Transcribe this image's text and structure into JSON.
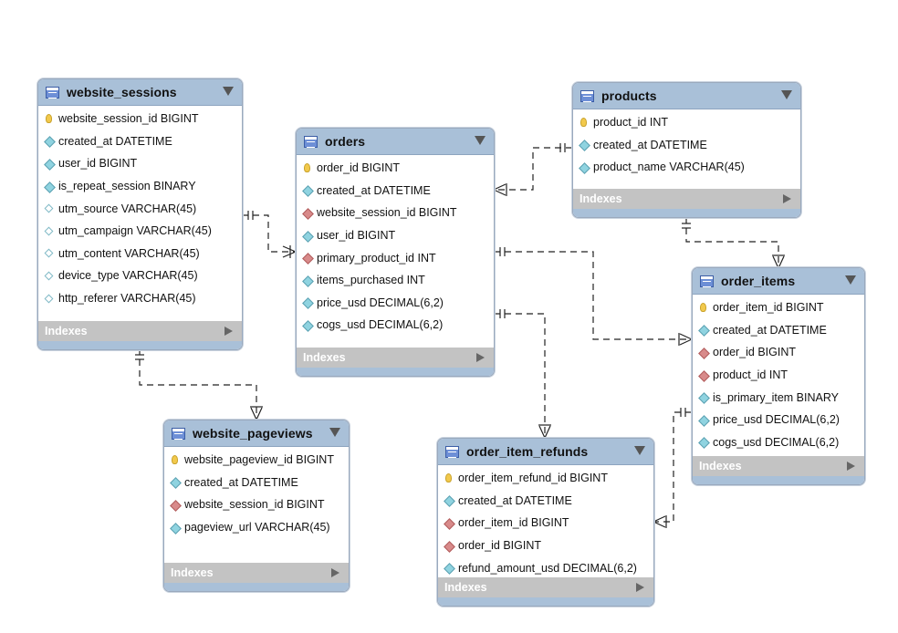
{
  "indexes_label": "Indexes",
  "tables": {
    "website_sessions": {
      "name": "website_sessions",
      "columns": [
        {
          "text": "website_session_id BIGINT",
          "kind": "key"
        },
        {
          "text": "created_at DATETIME",
          "kind": "col"
        },
        {
          "text": "user_id BIGINT",
          "kind": "col"
        },
        {
          "text": "is_repeat_session BINARY",
          "kind": "col"
        },
        {
          "text": "utm_source VARCHAR(45)",
          "kind": "null"
        },
        {
          "text": "utm_campaign VARCHAR(45)",
          "kind": "null"
        },
        {
          "text": "utm_content VARCHAR(45)",
          "kind": "null"
        },
        {
          "text": "device_type VARCHAR(45)",
          "kind": "null"
        },
        {
          "text": "http_referer VARCHAR(45)",
          "kind": "null"
        }
      ]
    },
    "orders": {
      "name": "orders",
      "columns": [
        {
          "text": "order_id BIGINT",
          "kind": "key"
        },
        {
          "text": "created_at DATETIME",
          "kind": "col"
        },
        {
          "text": "website_session_id BIGINT",
          "kind": "fk"
        },
        {
          "text": "user_id BIGINT",
          "kind": "col"
        },
        {
          "text": "primary_product_id INT",
          "kind": "fk"
        },
        {
          "text": "items_purchased INT",
          "kind": "col"
        },
        {
          "text": "price_usd DECIMAL(6,2)",
          "kind": "col"
        },
        {
          "text": "cogs_usd DECIMAL(6,2)",
          "kind": "col"
        }
      ]
    },
    "products": {
      "name": "products",
      "columns": [
        {
          "text": "product_id INT",
          "kind": "key"
        },
        {
          "text": "created_at DATETIME",
          "kind": "col"
        },
        {
          "text": "product_name VARCHAR(45)",
          "kind": "col"
        }
      ]
    },
    "order_items": {
      "name": "order_items",
      "columns": [
        {
          "text": "order_item_id BIGINT",
          "kind": "key"
        },
        {
          "text": "created_at DATETIME",
          "kind": "col"
        },
        {
          "text": "order_id BIGINT",
          "kind": "fk"
        },
        {
          "text": "product_id INT",
          "kind": "fk"
        },
        {
          "text": "is_primary_item BINARY",
          "kind": "col"
        },
        {
          "text": "price_usd DECIMAL(6,2)",
          "kind": "col"
        },
        {
          "text": "cogs_usd DECIMAL(6,2)",
          "kind": "col"
        }
      ]
    },
    "website_pageviews": {
      "name": "website_pageviews",
      "columns": [
        {
          "text": "website_pageview_id BIGINT",
          "kind": "key"
        },
        {
          "text": "created_at DATETIME",
          "kind": "col"
        },
        {
          "text": "website_session_id BIGINT",
          "kind": "fk"
        },
        {
          "text": "pageview_url VARCHAR(45)",
          "kind": "col"
        }
      ]
    },
    "order_item_refunds": {
      "name": "order_item_refunds",
      "columns": [
        {
          "text": "order_item_refund_id BIGINT",
          "kind": "key"
        },
        {
          "text": "created_at DATETIME",
          "kind": "col"
        },
        {
          "text": "order_item_id BIGINT",
          "kind": "fk"
        },
        {
          "text": "order_id BIGINT",
          "kind": "fk"
        },
        {
          "text": "refund_amount_usd DECIMAL(6,2)",
          "kind": "col"
        }
      ]
    }
  },
  "relationships": [
    {
      "from": "website_sessions",
      "to": "orders",
      "cardinality": "one-to-many"
    },
    {
      "from": "products",
      "to": "orders",
      "cardinality": "one-to-many"
    },
    {
      "from": "products",
      "to": "order_items",
      "cardinality": "one-to-many"
    },
    {
      "from": "orders",
      "to": "order_items",
      "cardinality": "one-to-many"
    },
    {
      "from": "orders",
      "to": "order_item_refunds",
      "cardinality": "one-to-many"
    },
    {
      "from": "order_items",
      "to": "order_item_refunds",
      "cardinality": "one-to-many"
    },
    {
      "from": "website_sessions",
      "to": "website_pageviews",
      "cardinality": "one-to-many"
    }
  ]
}
